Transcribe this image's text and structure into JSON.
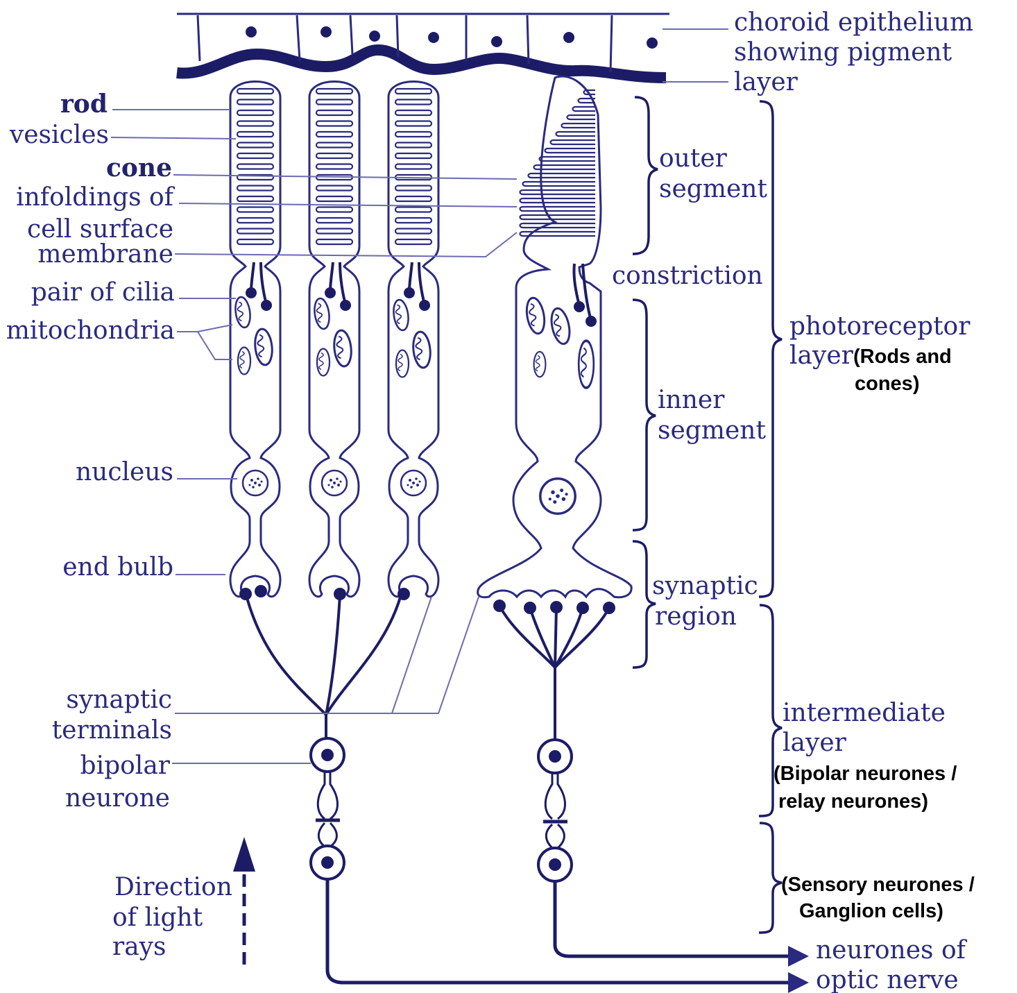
{
  "colors": {
    "ink": "#2a2a80",
    "ink_dark": "#1c1c66",
    "leader": "#6b6bb0",
    "note_text": "#000000",
    "background": "#ffffff"
  },
  "labels": {
    "choroid": [
      "choroid epithelium",
      "showing pigment",
      "layer"
    ],
    "rod": "rod",
    "vesicles": "vesicles",
    "cone": "cone",
    "infoldings": [
      "infoldings of",
      "cell surface",
      "membrane"
    ],
    "cilia": "pair of cilia",
    "mitochondria": "mitochondria",
    "nucleus": "nucleus",
    "end_bulb": "end bulb",
    "synaptic_terminals": [
      "synaptic",
      "terminals"
    ],
    "bipolar_neurone": [
      "bipolar",
      "neurone"
    ],
    "direction": [
      "Direction",
      "of light",
      "rays"
    ],
    "outer_segment": [
      "outer",
      "segment"
    ],
    "constriction": "constriction",
    "inner_segment": [
      "inner",
      "segment"
    ],
    "synaptic_region": [
      "synaptic",
      "region"
    ],
    "photoreceptor_layer": [
      "photoreceptor",
      "layer"
    ],
    "photoreceptor_note": [
      "(Rods and",
      "cones)"
    ],
    "intermediate_layer": [
      "intermediate",
      "layer"
    ],
    "intermediate_note": [
      "(Bipolar neurones /",
      "relay neurones)"
    ],
    "ganglion_note": [
      "(Sensory neurones /",
      "Ganglion cells)"
    ],
    "optic_nerve": [
      "neurones of",
      "optic nerve"
    ]
  }
}
